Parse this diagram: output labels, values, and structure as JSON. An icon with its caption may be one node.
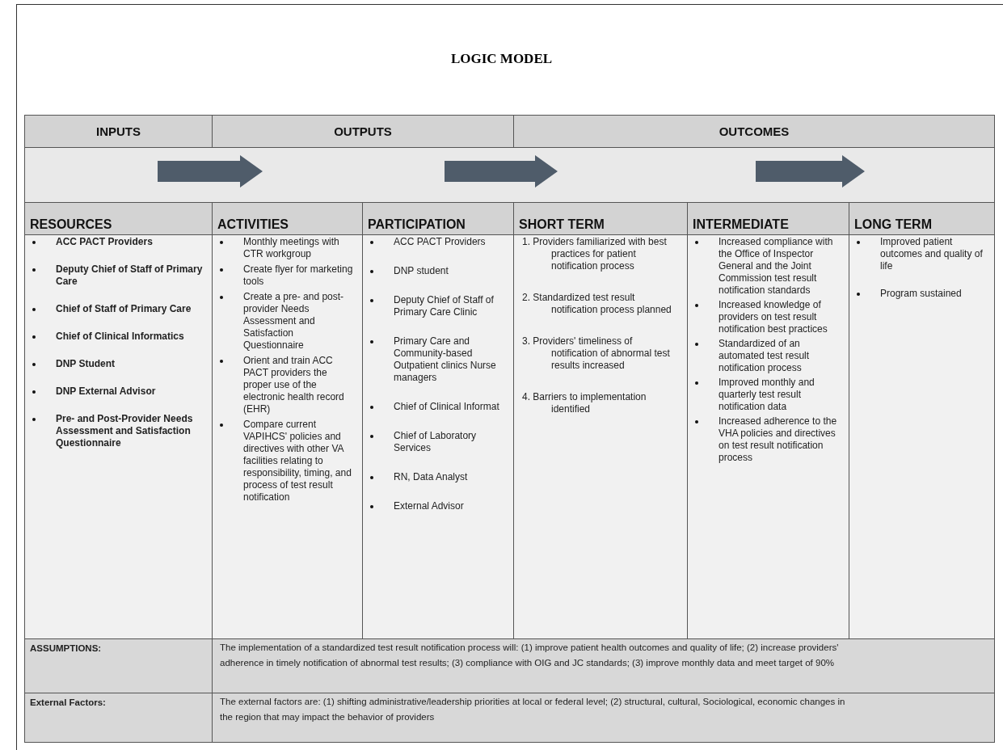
{
  "diagram": {
    "title": "LOGIC MODEL",
    "labels": [
      "INPUTS",
      "OUTPUTS",
      "OUTCOMES",
      "RESOURCES",
      "ACTIVITIES",
      "PARTICIPATION",
      "SHORT TERM",
      "INTERMEDIATE",
      "LONG TERM",
      "ACC PACT Providers",
      "Deputy Chief of Staff of Primary Care",
      "Chief of Staff of Primary Care",
      "Chief of Clinical Informatics",
      "DNP Student",
      "DNP External Advisor",
      "Pre- and Post-Provider Needs Assessment and Satisfaction Questionnaire",
      "Monthly meetings with CTR workgroup",
      "Create flyer for marketing tools",
      "Create a pre- and post-provider Needs Assessment and Satisfaction Questionnaire",
      "Orient and train ACC PACT providers the proper use of the electronic health record (EHR)",
      "Compare current VAPIHCS' policies and directives with other VA facilities relating to responsibility, timing, and process of test result notification",
      "ACC PACT Providers",
      "DNP student",
      "Deputy Chief of Staff of Primary Care Clinic",
      "Primary Care and Community-based Outpatient clinics Nurse managers",
      "Chief of Clinical Informat",
      "Chief of Laboratory Services",
      "RN, Data Analyst",
      "External Advisor",
      "1. Providers familiarized with best practices for patient notification process",
      "2. Standardized test result notification process planned",
      "3. Providers' timeliness of notification of abnormal test results increased",
      "4. Barriers to implementation identified",
      "Increased compliance with the Office of Inspector General and the Joint Commission test result notification standards",
      "Increased knowledge of providers on test result notification best practices",
      "Standardized of an automated test result notification process",
      "Improved monthly and quarterly test result notification data",
      "Increased adherence to the VHA policies and directives on test result notification process",
      "Improved patient outcomes and quality of life",
      "Program sustained",
      "ASSUMPTIONS:",
      "The implementation of a standardized test result notification process will: (1) improve patient health outcomes and quality of life; (2) increase providers' adherence in timely notification of abnormal test results; (3) compliance with OIG and JC standards; (3) improve monthly data and meet target of 90%",
      "External Factors:",
      "The external factors are: (1) shifting administrative/leadership priorities at local or federal level; (2) structural, cultural, Sociological, economic changes in the region that may impact the behavior of providers"
    ]
  }
}
